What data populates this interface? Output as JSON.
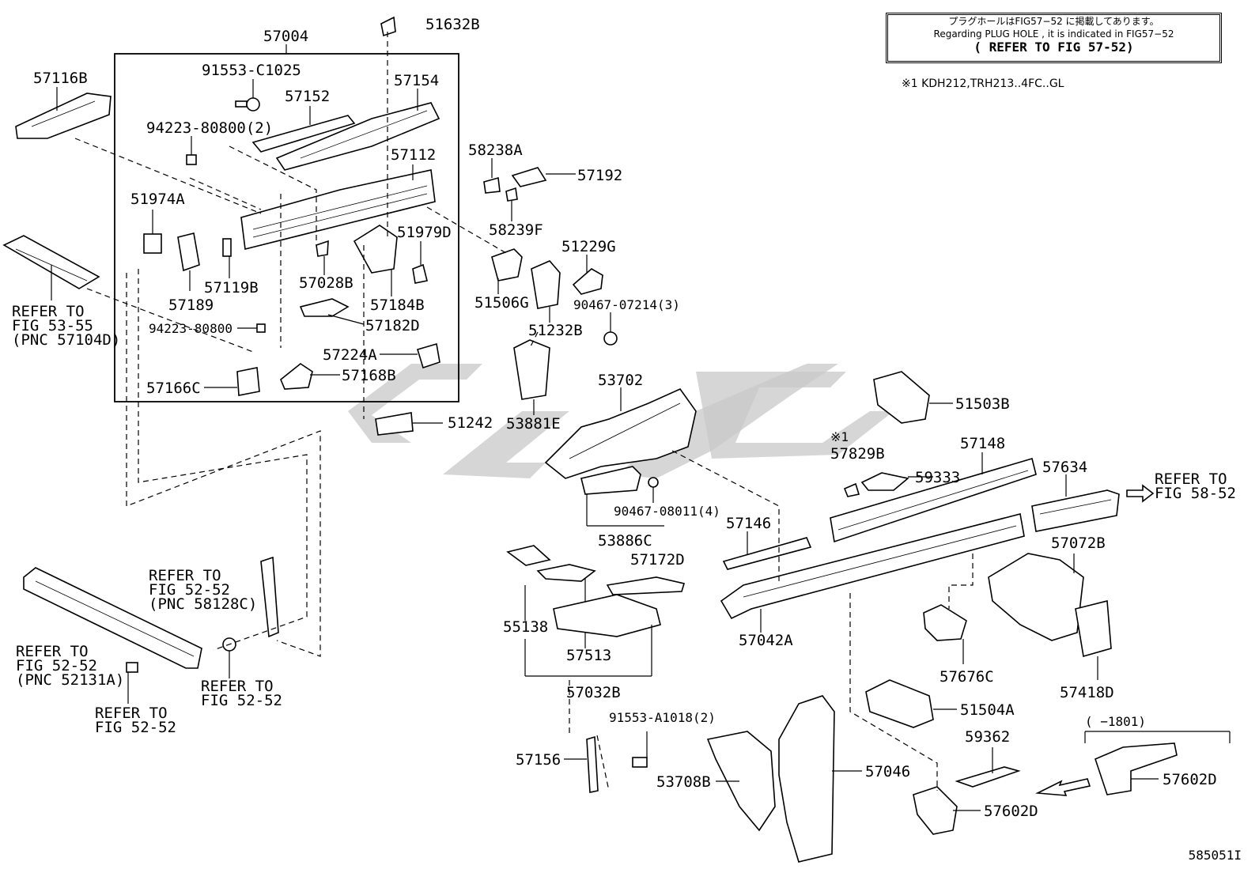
{
  "notes": {
    "jp_line": "プラグホールはFIG57−52 に掲載してあります。",
    "en_line": "Regarding PLUG HOLE , it is indicated in FIG57−52",
    "refer_line": "( REFER TO FIG 57-52)",
    "footnote": "※1 KDH212,TRH213..4FC..GL"
  },
  "figure_id": "585051I",
  "labels": {
    "p57004": "57004",
    "p91553c": "91553-C1025",
    "p57116b": "57116B",
    "p57152": "57152",
    "p57154": "57154",
    "p51632b": "51632B",
    "p94223a": "94223-80800(2)",
    "p57112": "57112",
    "p51974a": "51974A",
    "p51979d": "51979D",
    "p57119b": "57119B",
    "p57028b": "57028B",
    "p57184b": "57184B",
    "p57189": "57189",
    "p94223b": "94223-80800",
    "p57182d": "57182D",
    "p57224a": "57224A",
    "p57166c": "57166C",
    "p57168b": "57168B",
    "p58238a": "58238A",
    "p57192": "57192",
    "p58239f": "58239F",
    "p51229g": "51229G",
    "p51506g": "51506G",
    "p90467a": "90467-07214(3)",
    "p51232b": "51232B",
    "p53702": "53702",
    "p53881e": "53881E",
    "p51242": "51242",
    "p51503b": "51503B",
    "p57829b_mark": "※1",
    "p57829b": "57829B",
    "p57148": "57148",
    "p59333": "59333",
    "p57634": "57634",
    "p90467b": "90467-08011(4)",
    "p53886c": "53886C",
    "p57146": "57146",
    "p57172d": "57172D",
    "p57072b": "57072B",
    "p55138": "55138",
    "p57513": "57513",
    "p57042a": "57042A",
    "p57676c": "57676C",
    "p57418d": "57418D",
    "p57032b": "57032B",
    "p51504a": "51504A",
    "p91553a": "91553-A1018(2)",
    "p59362": "59362",
    "p1801": "( −1801)",
    "p57156": "57156",
    "p53708b": "53708B",
    "p57046": "57046",
    "p57602d_a": "57602D",
    "p57602d_b": "57602D"
  },
  "refers": {
    "r53_55": [
      "REFER TO",
      "FIG 53-55",
      "(PNC 57104D)"
    ],
    "r52_52a": [
      "REFER TO",
      "FIG 52-52",
      "(PNC 58128C)"
    ],
    "r52_52b": [
      "REFER TO",
      "FIG 52-52",
      "(PNC 52131A)"
    ],
    "r52_52c": [
      "REFER TO",
      "FIG 52-52"
    ],
    "r52_52d": [
      "REFER TO",
      "FIG 52-52"
    ],
    "r58_52": [
      "REFER TO",
      "FIG 58-52"
    ]
  }
}
